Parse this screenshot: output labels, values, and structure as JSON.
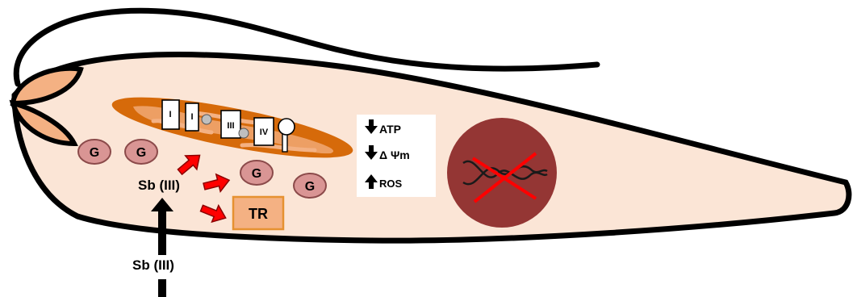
{
  "colors": {
    "cell_fill": "#fbe5d6",
    "outline": "#000000",
    "flagellar_pocket": "#f4b183",
    "mitochondrion": "#d66a0a",
    "mito_inner": "#f4b183",
    "glycosome_fill": "#d99594",
    "glycosome_stroke": "#8b4a4a",
    "tr_fill": "#f4b183",
    "tr_stroke": "#e69131",
    "nucleus": "#943634",
    "dna": "#1a1a1a",
    "cross": "#ff0000",
    "arrow_red": "#ff0000",
    "arrow_red_stroke": "#8b0000"
  },
  "labels": {
    "glycosome": "G",
    "sb_internal": "Sb (III)",
    "sb_external": "Sb (III)",
    "tr": "TR",
    "complex_1": "I",
    "complex_2": "I",
    "complex_3": "III",
    "complex_4": "IV"
  },
  "effects": [
    {
      "icon": "down-arrow-icon",
      "text": "ATP"
    },
    {
      "icon": "down-arrow-icon",
      "text": "Δ Ψm"
    },
    {
      "icon": "up-arrow-icon",
      "text": "ROS"
    }
  ]
}
